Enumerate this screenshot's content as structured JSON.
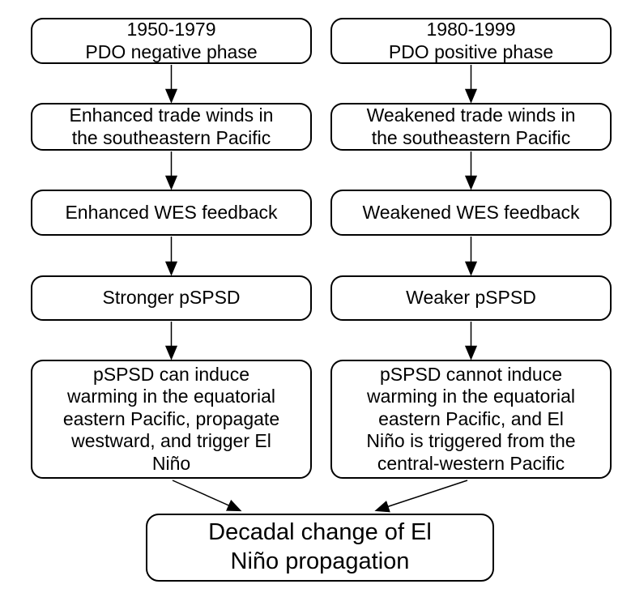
{
  "flowchart": {
    "left_column": {
      "period": "1950-1979\nPDO negative phase",
      "trade_winds": "Enhanced trade winds in\nthe southeastern Pacific",
      "wes_feedback": "Enhanced WES feedback",
      "pspsd": "Stronger pSPSD",
      "outcome": "pSPSD can induce\nwarming in the equatorial\neastern Pacific, propagate\nwestward, and trigger El\nNiño"
    },
    "right_column": {
      "period": "1980-1999\nPDO positive phase",
      "trade_winds": "Weakened trade winds in\nthe southeastern Pacific",
      "wes_feedback": "Weakened WES feedback",
      "pspsd": "Weaker pSPSD",
      "outcome": "pSPSD cannot induce\nwarming in the equatorial\neastern Pacific, and El\nNiño is triggered from the\ncentral-western Pacific"
    },
    "conclusion": "Decadal change of El\nNiño propagation",
    "colors": {
      "border": "#000000",
      "background": "#ffffff",
      "text": "#000000",
      "arrow": "#000000"
    }
  }
}
